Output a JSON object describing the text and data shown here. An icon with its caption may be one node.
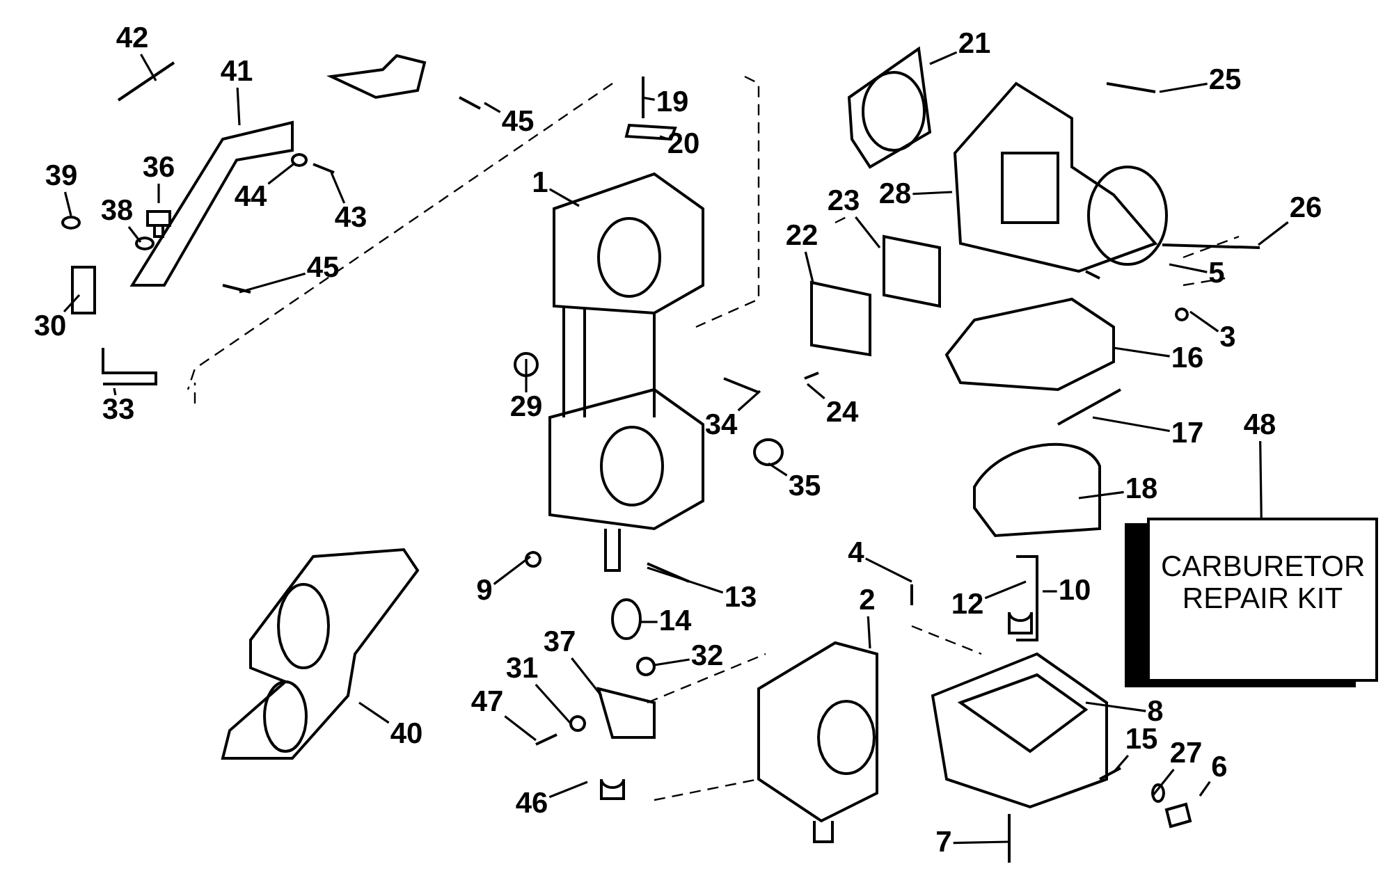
{
  "diagram": {
    "nodes": [
      {
        "text": [
          "42"
        ]
      },
      {
        "text": [
          "41"
        ]
      },
      {
        "text": [
          "45"
        ]
      },
      {
        "text": [
          "19"
        ]
      },
      {
        "text": [
          "21"
        ]
      },
      {
        "text": [
          "25"
        ]
      },
      {
        "text": [
          "20"
        ]
      },
      {
        "text": [
          "39"
        ]
      },
      {
        "text": [
          "36"
        ]
      },
      {
        "text": [
          "38"
        ]
      },
      {
        "text": [
          "44"
        ]
      },
      {
        "text": [
          "1"
        ]
      },
      {
        "text": [
          "43"
        ]
      },
      {
        "text": [
          "28"
        ]
      },
      {
        "text": [
          "23"
        ]
      },
      {
        "text": [
          "22"
        ]
      },
      {
        "text": [
          "26"
        ]
      },
      {
        "text": [
          "5"
        ]
      },
      {
        "text": [
          "30"
        ]
      },
      {
        "text": [
          "45"
        ]
      },
      {
        "text": [
          "3"
        ]
      },
      {
        "text": [
          "33"
        ]
      },
      {
        "text": [
          "29"
        ]
      },
      {
        "text": [
          "16"
        ]
      },
      {
        "text": [
          "34"
        ]
      },
      {
        "text": [
          "24"
        ]
      },
      {
        "text": [
          "17"
        ]
      },
      {
        "text": [
          "48"
        ]
      },
      {
        "text": [
          "CARBURETOR REPAIR KIT"
        ]
      },
      {
        "text": [
          "35"
        ]
      },
      {
        "text": [
          "18"
        ]
      },
      {
        "text": [
          "4"
        ]
      },
      {
        "text": [
          "9"
        ]
      },
      {
        "text": [
          "13"
        ]
      },
      {
        "text": [
          "12"
        ]
      },
      {
        "text": [
          "10"
        ]
      },
      {
        "text": [
          "2"
        ]
      },
      {
        "text": [
          "14"
        ]
      },
      {
        "text": [
          "37"
        ]
      },
      {
        "text": [
          "32"
        ]
      },
      {
        "text": [
          "31"
        ]
      },
      {
        "text": [
          "47"
        ]
      },
      {
        "text": [
          "40"
        ]
      },
      {
        "text": [
          "8"
        ]
      },
      {
        "text": [
          "15"
        ]
      },
      {
        "text": [
          "27"
        ]
      },
      {
        "text": [
          "6"
        ]
      },
      {
        "text": [
          "46"
        ]
      },
      {
        "text": [
          "7"
        ]
      }
    ],
    "edges": [
      {
        "from": 0,
        "to": null,
        "arrow": "none"
      },
      {
        "from": 1,
        "to": null,
        "arrow": "none"
      },
      {
        "from": 2,
        "to": null,
        "arrow": "none"
      },
      {
        "from": 3,
        "to": null,
        "arrow": "none"
      },
      {
        "from": 4,
        "to": null,
        "arrow": "none"
      },
      {
        "from": 5,
        "to": null,
        "arrow": "none"
      },
      {
        "from": 6,
        "to": null,
        "arrow": "none"
      },
      {
        "from": 7,
        "to": null,
        "arrow": "none"
      },
      {
        "from": 8,
        "to": null,
        "arrow": "none"
      },
      {
        "from": 9,
        "to": null,
        "arrow": "none"
      },
      {
        "from": 10,
        "to": null,
        "arrow": "none"
      },
      {
        "from": 11,
        "to": null,
        "arrow": "none"
      },
      {
        "from": 12,
        "to": null,
        "arrow": "none"
      },
      {
        "from": 13,
        "to": null,
        "arrow": "none"
      },
      {
        "from": 14,
        "to": null,
        "arrow": "none"
      },
      {
        "from": 15,
        "to": null,
        "arrow": "none"
      },
      {
        "from": 16,
        "to": null,
        "arrow": "none"
      },
      {
        "from": 17,
        "to": null,
        "arrow": "none"
      },
      {
        "from": 18,
        "to": null,
        "arrow": "none"
      },
      {
        "from": 19,
        "to": null,
        "arrow": "none"
      },
      {
        "from": 20,
        "to": null,
        "arrow": "none"
      },
      {
        "from": 21,
        "to": null,
        "arrow": "none"
      },
      {
        "from": 22,
        "to": null,
        "arrow": "none"
      },
      {
        "from": 23,
        "to": null,
        "arrow": "none"
      },
      {
        "from": 24,
        "to": null,
        "arrow": "none"
      },
      {
        "from": 25,
        "to": null,
        "arrow": "none"
      },
      {
        "from": 26,
        "to": null,
        "arrow": "none"
      },
      {
        "from": 27,
        "to": 28,
        "arrow": "none"
      },
      {
        "from": 29,
        "to": null,
        "arrow": "none"
      },
      {
        "from": 30,
        "to": null,
        "arrow": "none"
      },
      {
        "from": 31,
        "to": null,
        "arrow": "none"
      },
      {
        "from": 32,
        "to": null,
        "arrow": "none"
      },
      {
        "from": 33,
        "to": null,
        "arrow": "none"
      },
      {
        "from": 34,
        "to": null,
        "arrow": "none"
      },
      {
        "from": 35,
        "to": null,
        "arrow": "none"
      },
      {
        "from": 36,
        "to": null,
        "arrow": "none"
      },
      {
        "from": 37,
        "to": null,
        "arrow": "none"
      },
      {
        "from": 38,
        "to": null,
        "arrow": "none"
      },
      {
        "from": 39,
        "to": null,
        "arrow": "none"
      },
      {
        "from": 40,
        "to": null,
        "arrow": "none"
      },
      {
        "from": 41,
        "to": null,
        "arrow": "none"
      },
      {
        "from": 42,
        "to": null,
        "arrow": "none"
      },
      {
        "from": 43,
        "to": null,
        "arrow": "none"
      },
      {
        "from": 44,
        "to": null,
        "arrow": "none"
      },
      {
        "from": 45,
        "to": null,
        "arrow": "none"
      },
      {
        "from": 46,
        "to": null,
        "arrow": "none"
      },
      {
        "from": 47,
        "to": null,
        "arrow": "none"
      },
      {
        "from": 48,
        "to": null,
        "arrow": "none"
      }
    ]
  }
}
